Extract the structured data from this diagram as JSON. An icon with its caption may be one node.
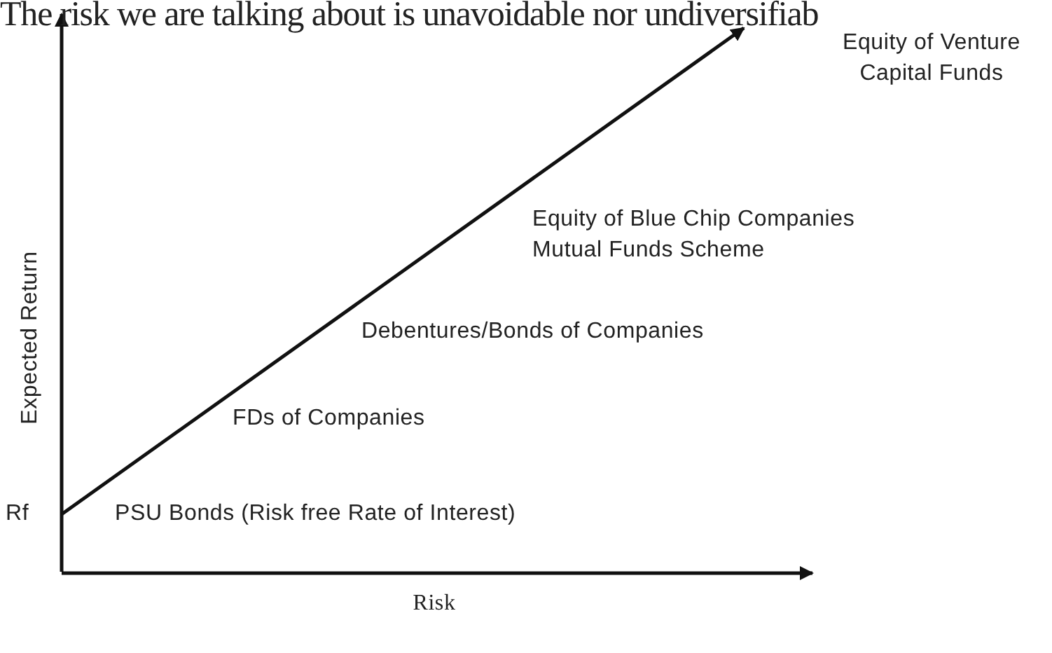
{
  "diagram": {
    "labels": [
      "The risk we are talking about is unavoidable nor undiversifiab",
      "Equity of Venture Capital Funds",
      "Equity of Blue Chip Companies Mutual Funds Scheme",
      "Debentures/Bonds of Companies",
      "FDs of Companies",
      "Rf",
      "PSU Bonds (Risk free Rate of Interest)",
      "Expected Return",
      "Risk"
    ]
  }
}
